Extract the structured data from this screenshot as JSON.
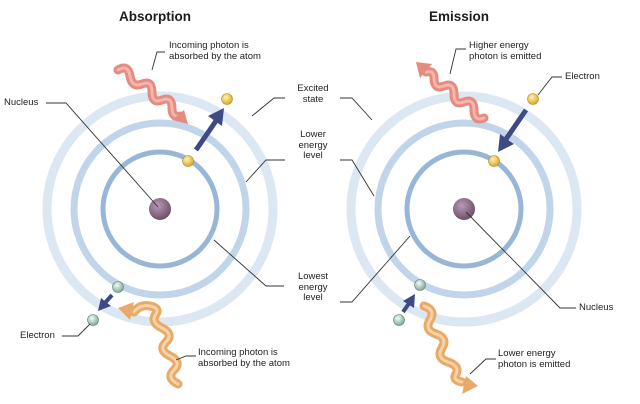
{
  "absorption": {
    "title": "Absorption",
    "incoming_high": "Incoming photon is\nabsorbed by the atom",
    "incoming_low": "Incoming photon is\nabsorbed by the atom",
    "nucleus": "Nucleus",
    "electron": "Electron"
  },
  "emission": {
    "title": "Emission",
    "emitted_high": "Higher energy\nphoton is emitted",
    "emitted_low": "Lower energy\nphoton is emitted",
    "nucleus": "Nucleus",
    "electron": "Electron"
  },
  "levels": {
    "excited": "Excited\nstate",
    "lower": "Lower\nenergy\nlevel",
    "lowest": "Lowest\nenergy\nlevel"
  },
  "colors": {
    "orbit_inner": "#9bb9d9",
    "orbit_outer": "#d8e6f3",
    "nucleus": "#8a6f86",
    "electron_yellow": "#e9c84a",
    "electron_green": "#b8d2c9",
    "arrow": "#3d4a83",
    "photon_red": "#e07a70",
    "photon_orange": "#e6a462"
  }
}
